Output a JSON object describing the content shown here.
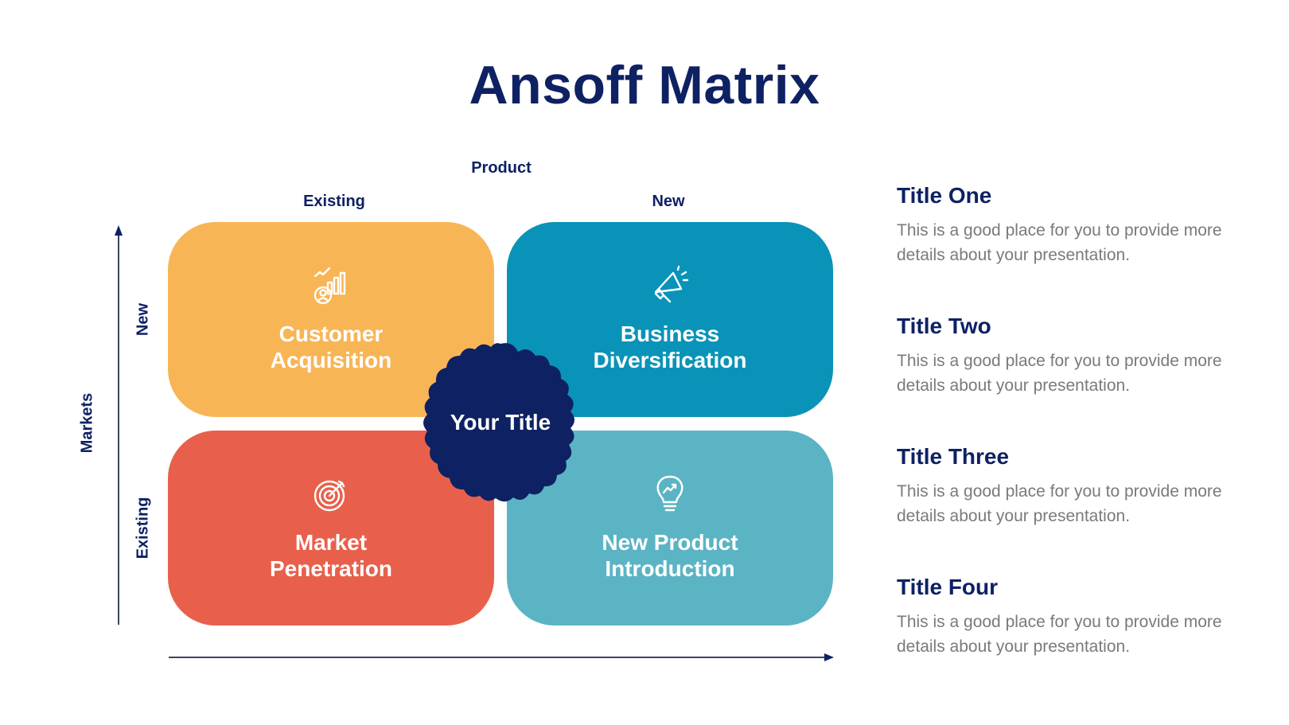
{
  "title": "Ansoff Matrix",
  "axes": {
    "product_label": "Product",
    "product_existing": "Existing",
    "product_new": "New",
    "markets_label": "Markets",
    "markets_new": "New",
    "markets_existing": "Existing"
  },
  "center": {
    "label": "Your Title",
    "color": "#0e2163"
  },
  "quadrants": [
    {
      "label_line1": "Customer",
      "label_line2": "Acquisition",
      "icon": "customer-growth-icon",
      "color": "#f8b556"
    },
    {
      "label_line1": "Business",
      "label_line2": "Diversification",
      "icon": "megaphone-icon",
      "color": "#0a93b8"
    },
    {
      "label_line1": "Market",
      "label_line2": "Penetration",
      "icon": "target-icon",
      "color": "#e8604b"
    },
    {
      "label_line1": "New Product",
      "label_line2": "Introduction",
      "icon": "lightbulb-growth-icon",
      "color": "#5bb4c4"
    }
  ],
  "sidebar": {
    "items": [
      {
        "title": "Title One",
        "desc": "This is a good place for you to provide more details about your presentation."
      },
      {
        "title": "Title Two",
        "desc": "This is a good place for you to provide more details about your presentation."
      },
      {
        "title": "Title Three",
        "desc": "This is a good place for you to provide more details about your presentation."
      },
      {
        "title": "Title Four",
        "desc": "This is a good place for you to provide more details about your presentation."
      }
    ]
  }
}
